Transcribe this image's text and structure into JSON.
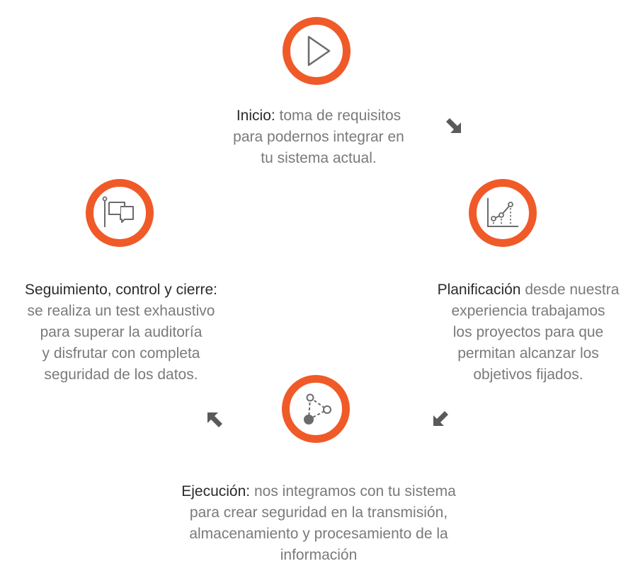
{
  "colors": {
    "ring": "#f05a28",
    "icon": "#6b6b6b",
    "heading": "#2b2b2b",
    "body": "#7a7a7a",
    "arrow": "#5a5a5a"
  },
  "steps": [
    {
      "icon": "play-icon",
      "heading": "Inicio:",
      "lines": [
        " toma de requisitos",
        "para podernos integrar en",
        "tu sistema actual."
      ]
    },
    {
      "icon": "line-chart-icon",
      "heading": "Planificación",
      "lines": [
        " desde nuestra",
        "experiencia trabajamos",
        "los proyectos para que",
        "permitan alcanzar los",
        "objetivos fijados."
      ]
    },
    {
      "icon": "network-nodes-icon",
      "heading": "Ejecución:",
      "lines": [
        " nos integramos con tu sistema",
        "para crear seguridad en la transmisión,",
        "almacenamiento y procesamiento de la",
        "información"
      ]
    },
    {
      "icon": "flag-chat-icon",
      "heading": "Seguimiento, control y cierre:",
      "lines": [
        "",
        "se realiza un test exhaustivo",
        "para superar la auditoría",
        "y disfrutar con completa",
        "seguridad de los datos."
      ]
    }
  ],
  "arrows": [
    "arrow-down-right-icon",
    "arrow-down-left-icon",
    "arrow-up-left-icon"
  ]
}
